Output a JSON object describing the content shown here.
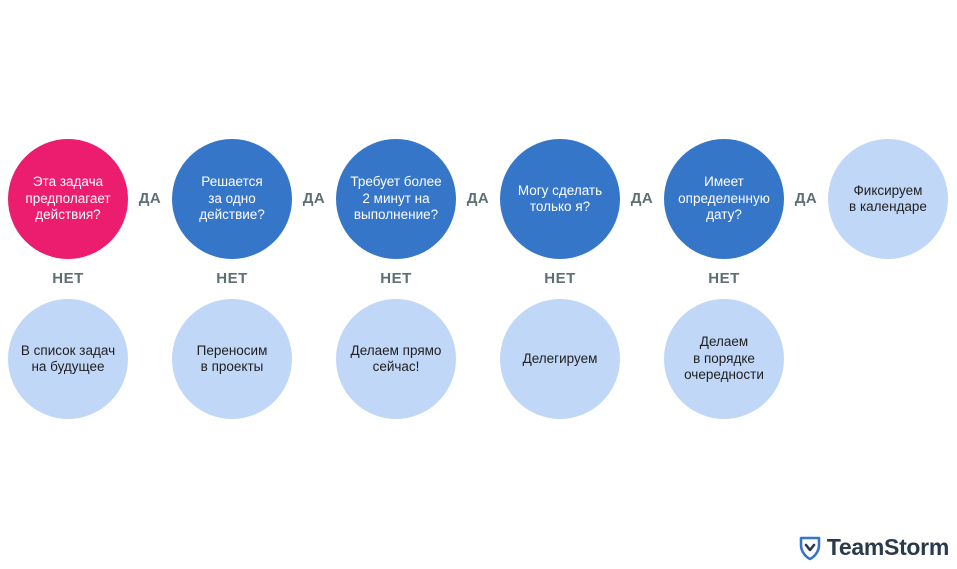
{
  "colors": {
    "question_primary": "#ec1c6e",
    "question": "#3676c9",
    "answer": "#c0d7f8",
    "connector": "#5e6f74"
  },
  "questions": [
    {
      "text": "Эта задача\nпредполагает\nдействия?",
      "color": "#ec1c6e"
    },
    {
      "text": "Решается\nза одно\nдействие?",
      "color": "#3676c9"
    },
    {
      "text": "Требует более\n2 минут на\nвыполнение?",
      "color": "#3676c9"
    },
    {
      "text": "Могу сделать\nтолько я?",
      "color": "#3676c9"
    },
    {
      "text": "Имеет\nопределенную\nдату?",
      "color": "#3676c9"
    }
  ],
  "final_yes": {
    "text": "Фиксируем\nв календаре"
  },
  "yes_label": "ДА",
  "no_label": "НЕТ",
  "answers": [
    {
      "text": "В список задач\nна будущее"
    },
    {
      "text": "Переносим\nв проекты"
    },
    {
      "text": "Делаем прямо\nсейчас!"
    },
    {
      "text": "Делегируем"
    },
    {
      "text": "Делаем\nв порядке\nочередности"
    }
  ],
  "brand": {
    "name": "TeamStorm",
    "icon": "shield-check-icon"
  }
}
